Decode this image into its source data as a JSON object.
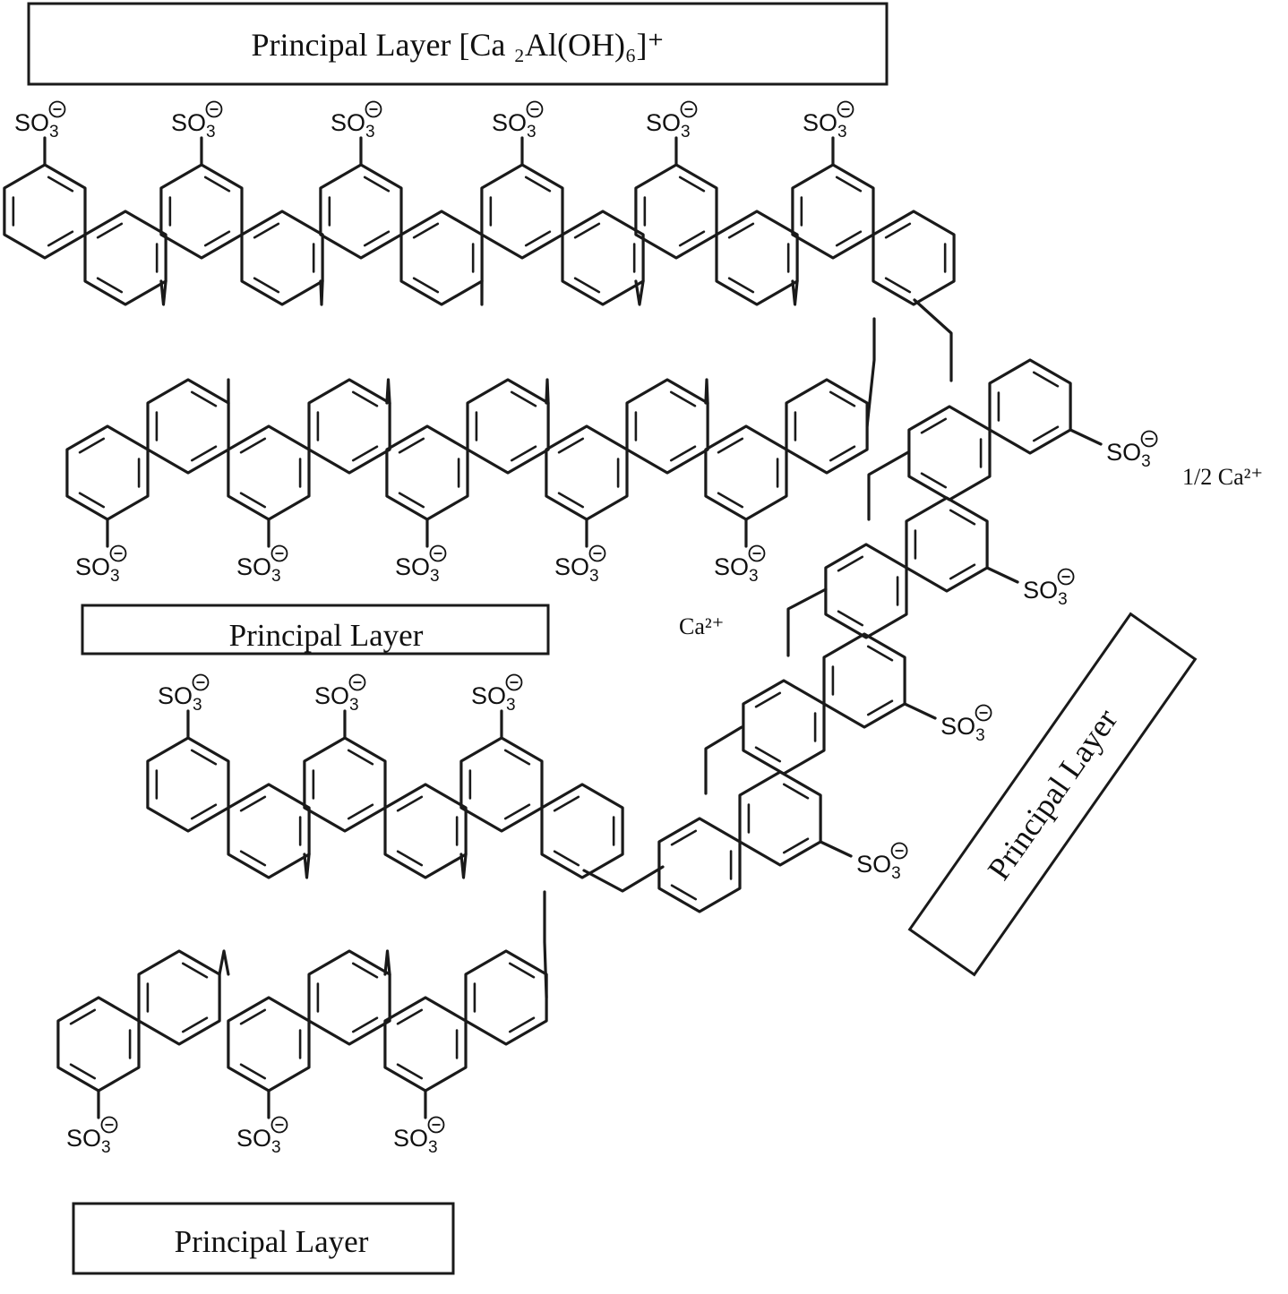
{
  "layers": {
    "top_label": "Principal Layer [Ca ₂Al(OH)₆]⁺",
    "middle_label": "Principal Layer",
    "bottom_label": "Principal Layer",
    "side_label": "Principal Layer"
  },
  "ions": {
    "calcium": "Ca²⁺",
    "half_calcium": "1/2 Ca²⁺"
  },
  "sulfonate": {
    "group": "SO",
    "subscript": "3",
    "charge": "−"
  }
}
